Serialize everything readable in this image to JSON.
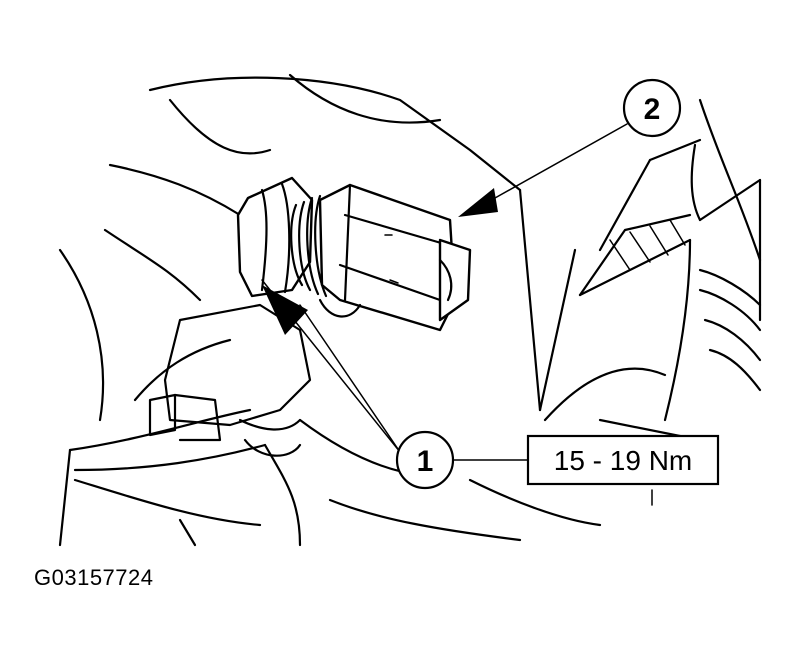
{
  "callouts": [
    {
      "id": "1"
    },
    {
      "id": "2"
    }
  ],
  "torque_spec": "15 - 19 Nm",
  "figure_id": "G03157724",
  "colors": {
    "line": "#000000",
    "background": "#ffffff"
  }
}
